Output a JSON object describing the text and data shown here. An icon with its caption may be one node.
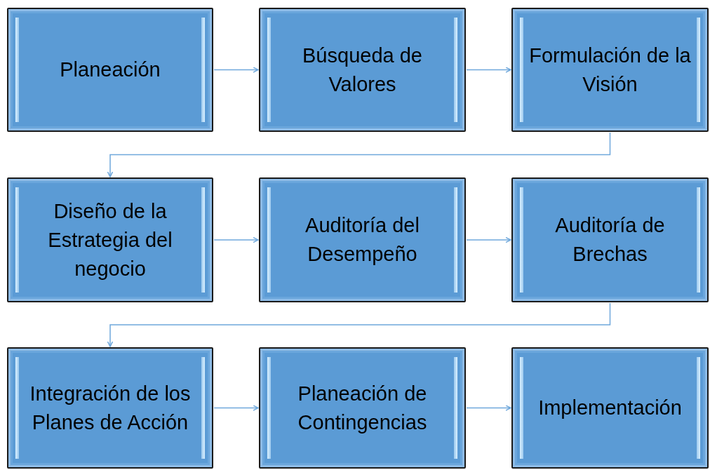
{
  "diagram": {
    "nodes": [
      {
        "text": [
          "Planeación"
        ]
      },
      {
        "text": [
          "Búsqueda de Valores"
        ]
      },
      {
        "text": [
          "Formulación de la Visión"
        ]
      },
      {
        "text": [
          "Diseño de la Estrategia del negocio"
        ]
      },
      {
        "text": [
          "Auditoría del Desempeño"
        ]
      },
      {
        "text": [
          "Auditoría de Brechas"
        ]
      },
      {
        "text": [
          "Integración de los Planes de Acción"
        ]
      },
      {
        "text": [
          "Planeación de Contingencias"
        ]
      },
      {
        "text": [
          "Implementación"
        ]
      }
    ],
    "edges": [
      {
        "from": 0,
        "to": 1,
        "arrow": "to"
      },
      {
        "from": 1,
        "to": 2,
        "arrow": "to"
      },
      {
        "from": 2,
        "to": 3,
        "arrow": "to"
      },
      {
        "from": 3,
        "to": 4,
        "arrow": "to"
      },
      {
        "from": 4,
        "to": 5,
        "arrow": "to"
      },
      {
        "from": 5,
        "to": 6,
        "arrow": "to"
      },
      {
        "from": 6,
        "to": 7,
        "arrow": "to"
      },
      {
        "from": 7,
        "to": 8,
        "arrow": "to"
      }
    ]
  }
}
